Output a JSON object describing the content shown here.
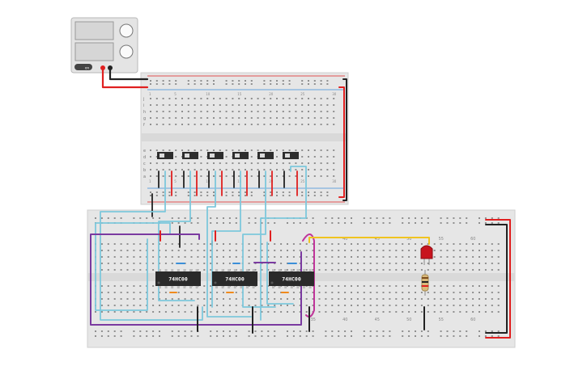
{
  "power_supply": {
    "button_label": "on",
    "color_body": "#e4e4e4",
    "color_display": "#d6d6d6"
  },
  "chips": [
    {
      "label": "74HC00"
    },
    {
      "label": "74HC00"
    },
    {
      "label": "74HC00"
    }
  ],
  "top_breadboard": {
    "row_letters_top": [
      "j",
      "i",
      "h",
      "g",
      "f"
    ],
    "row_letters_bottom": [
      "e",
      "d",
      "c",
      "b",
      "a"
    ],
    "column_numbers": [
      "1",
      "5",
      "10",
      "15",
      "20",
      "25",
      "30"
    ]
  },
  "bottom_breadboard": {
    "column_numbers_top": [
      "40",
      "45",
      "50",
      "55",
      "60"
    ],
    "column_numbers_bottom": [
      "35",
      "40",
      "45",
      "50",
      "55",
      "60"
    ]
  },
  "switches": {
    "count": 6
  },
  "components": {
    "led": "red-led",
    "resistor": "resistor"
  },
  "colors": {
    "wire_red": "#e02020",
    "wire_black": "#222222",
    "wire_cyan": "#7ec8dc",
    "wire_purple": "#7a3aa0",
    "wire_magenta": "#c0359a",
    "wire_yellow": "#f0c420",
    "wire_orange": "#f08a1c",
    "wire_blue": "#3a8ed8",
    "chip_body": "#2a2a2a",
    "led_red": "#c8141e",
    "board": "#e6e6e6"
  }
}
